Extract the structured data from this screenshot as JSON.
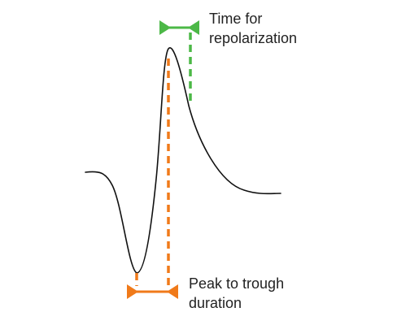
{
  "labels": {
    "repolarization": {
      "line1": "Time for",
      "line2": "repolarization"
    },
    "peak_to_trough": {
      "line1": "Peak to trough",
      "line2": "duration"
    }
  },
  "colors": {
    "waveform": "#111111",
    "repolarization_marker": "#4cb847",
    "peak_to_trough_marker": "#f07a1a",
    "text": "#222222",
    "background": "#ffffff"
  }
}
